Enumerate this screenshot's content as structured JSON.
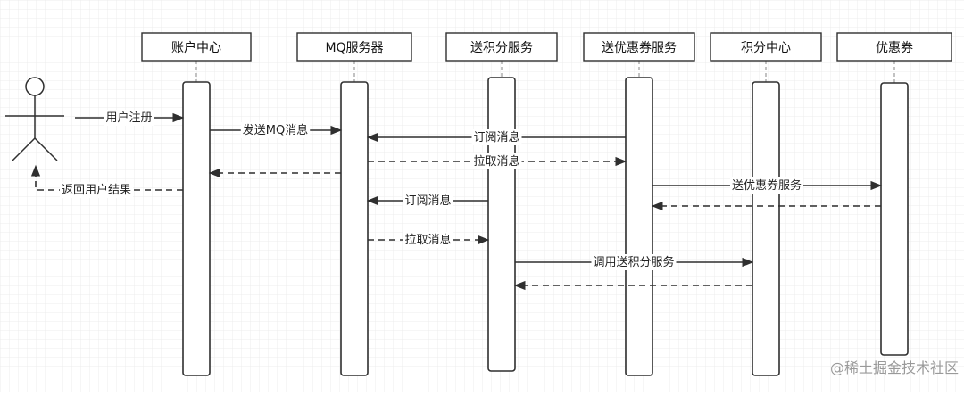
{
  "participants": [
    {
      "id": "account",
      "label": "账户中心"
    },
    {
      "id": "mq",
      "label": "MQ服务器"
    },
    {
      "id": "points_service",
      "label": "送积分服务"
    },
    {
      "id": "coupon_service",
      "label": "送优惠券服务"
    },
    {
      "id": "points_center",
      "label": "积分中心"
    },
    {
      "id": "coupon",
      "label": "优惠券"
    }
  ],
  "messages": [
    {
      "text": "用户注册",
      "from": "actor",
      "to": "account",
      "style": "solid"
    },
    {
      "text": "发送MQ消息",
      "from": "account",
      "to": "mq",
      "style": "solid"
    },
    {
      "text": "订阅消息",
      "from": "coupon_service",
      "to": "mq",
      "style": "solid"
    },
    {
      "text": "拉取消息",
      "from": "mq",
      "to": "coupon_service",
      "style": "dashed"
    },
    {
      "text": "",
      "from": "mq",
      "to": "account",
      "style": "dashed"
    },
    {
      "text": "返回用户结果",
      "from": "account",
      "to": "actor",
      "style": "dashed"
    },
    {
      "text": "送优惠券服务",
      "from": "coupon_service",
      "to": "coupon",
      "style": "solid"
    },
    {
      "text": "订阅消息",
      "from": "points_service",
      "to": "mq",
      "style": "solid"
    },
    {
      "text": "",
      "from": "coupon",
      "to": "coupon_service",
      "style": "dashed"
    },
    {
      "text": "拉取消息",
      "from": "mq",
      "to": "points_service",
      "style": "dashed"
    },
    {
      "text": "调用送积分服务",
      "from": "points_service",
      "to": "points_center",
      "style": "solid"
    },
    {
      "text": "",
      "from": "points_center",
      "to": "points_service",
      "style": "dashed"
    }
  ],
  "watermark": "@稀土掘金技术社区",
  "colors": {
    "background": "#ffffff",
    "grid": "#e6e6e6",
    "line": "#2f2f2f"
  }
}
